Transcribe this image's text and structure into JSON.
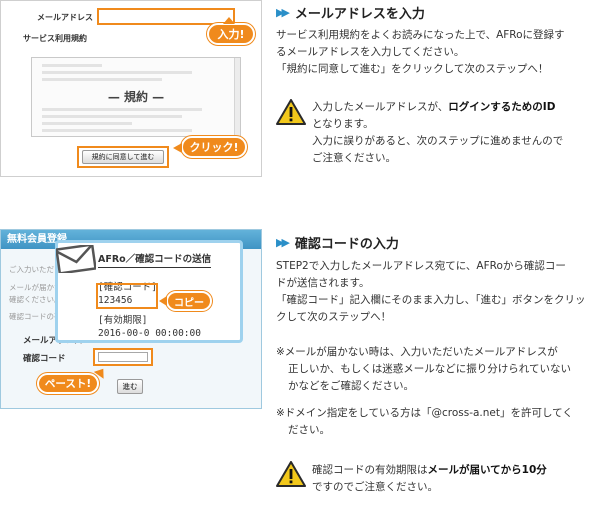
{
  "colors": {
    "accent_orange": "#f08a1c",
    "accent_blue": "#2a8fc8",
    "warning_yellow": "#f2c81b"
  },
  "figure1": {
    "email_label": "メールアドレス",
    "terms_label": "サービス利用規約",
    "terms_title": "— 規約 —",
    "agree_button": "規約に同意して進む",
    "bubble_input": "入力!",
    "bubble_click": "クリック!"
  },
  "section1": {
    "icon": "double-arrow-icon",
    "title": "メールアドレスを入力",
    "lines": [
      "サービス利用規約をよくお読みになった上で、AFRoに登録す",
      "るメールアドレスを入力してください。",
      "「規約に同意して進む」をクリックして次のステップへ！"
    ],
    "warning_pre": "入力したメールアドレスが、",
    "warning_bold": "ログインするためのID",
    "warning_post": "となります。",
    "warning_lines": [
      "入力に誤りがあると、次のステップに進めませんので",
      "ご注意ください。"
    ]
  },
  "figure2": {
    "header": "無料会員登録",
    "faded_lines": [
      "ご入力いただ",
      "メールが届かないと",
      "確認ください。",
      "確認コードの有効期"
    ],
    "email_label": "メールアドレス",
    "code_label": "確認コード",
    "next_button": "進む",
    "bubble_paste": "ペースト!",
    "mail": {
      "title": "AFRo／確認コードの送信",
      "code_header": "[確認コード]",
      "code_value": "123456",
      "expiry_header": "[有効期限]",
      "expiry_value": "2016-00-0 00:00:00",
      "bubble_copy": "コピー"
    }
  },
  "section2": {
    "icon": "double-arrow-icon",
    "title": "確認コードの入力",
    "lines": [
      "STEP2で入力したメールアドレス宛てに、AFRoから確認コー",
      "ドが送信されます。",
      "「確認コード」記入欄にそのまま入力し、「進む」ボタンをクリッ",
      "クして次のステップへ！"
    ],
    "note1": [
      "※メールが届かない時は、入力いただいたメールアドレスが",
      "正しいか、もしくは迷惑メールなどに振り分けられていない",
      "かなどをご確認ください。"
    ],
    "note2": [
      "※ドメイン指定をしている方は「@cross-a.net」を許可してく",
      "ださい。"
    ],
    "warning_pre": "確認コードの有効期限は",
    "warning_bold": "メールが届いてから10分",
    "warning_line2": "ですのでご注意ください。"
  }
}
